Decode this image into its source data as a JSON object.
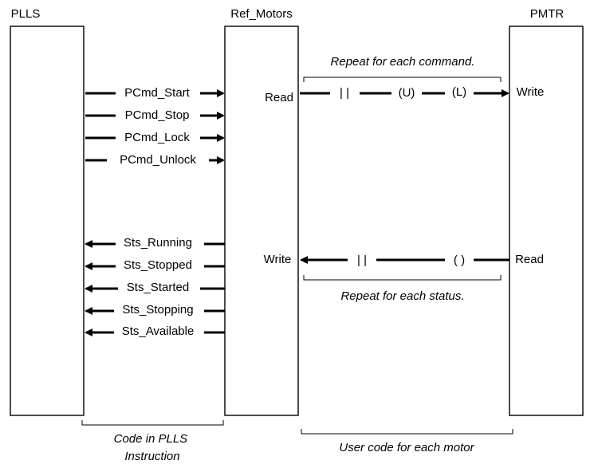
{
  "lanes": [
    {
      "id": "plls",
      "title": "PLLS"
    },
    {
      "id": "ref",
      "title": "Ref_Motors"
    },
    {
      "id": "pmtr",
      "title": "PMTR"
    }
  ],
  "commands": [
    "PCmd_Start",
    "PCmd_Stop",
    "PCmd_Lock",
    "PCmd_Unlock"
  ],
  "statuses": [
    "Sts_Running",
    "Sts_Stopped",
    "Sts_Started",
    "Sts_Stopping",
    "Sts_Available"
  ],
  "top_link": {
    "caption": "Repeat for each command.",
    "left_label": "Read",
    "right_label": "Write",
    "marks": [
      "| |",
      "(U)",
      "(L)"
    ]
  },
  "bottom_link": {
    "caption": "Repeat for each status.",
    "left_label": "Write",
    "right_label": "Read",
    "marks": [
      "| |",
      "( )"
    ]
  },
  "braces": {
    "plls": "Code in PLLS\nInstruction",
    "motor": "User code for each motor"
  }
}
